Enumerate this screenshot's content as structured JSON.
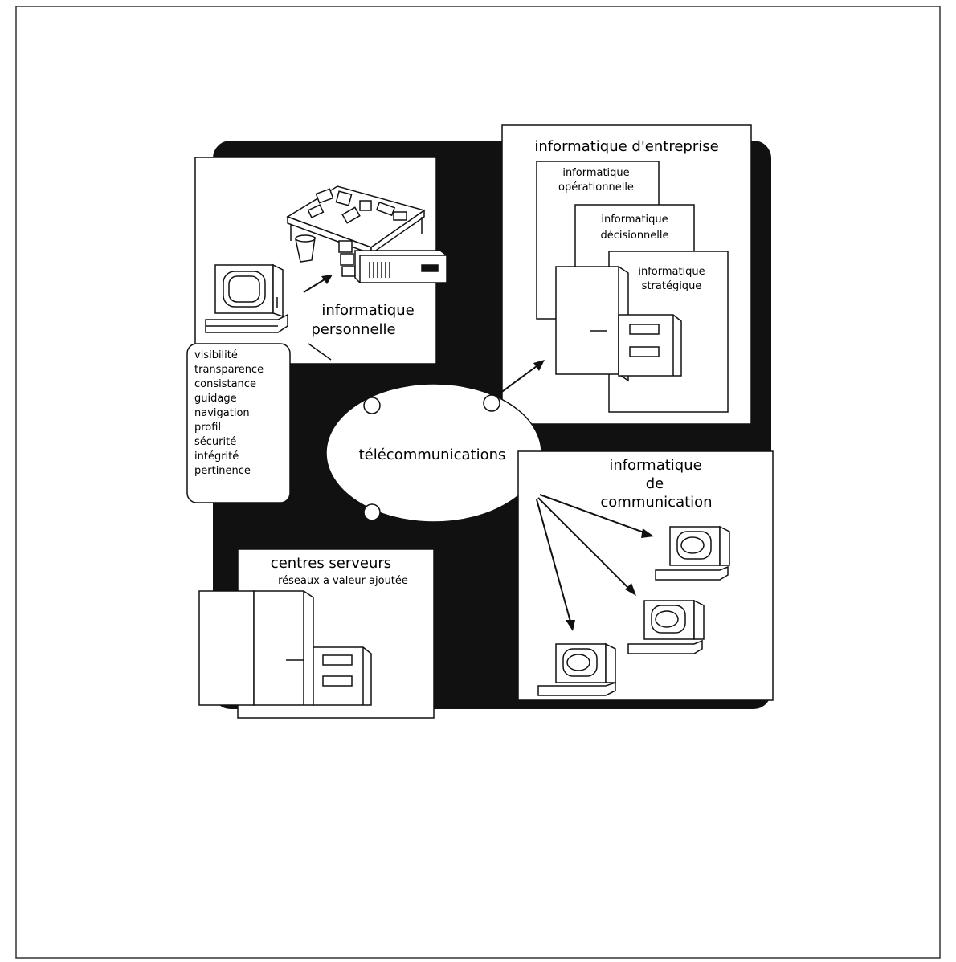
{
  "personal": {
    "title_line1": "informatique",
    "title_line2": "personnelle"
  },
  "criteria": {
    "items": [
      "visibilité",
      "transparence",
      "consistance",
      "guidage",
      "navigation",
      "profil",
      "sécurité",
      "intégrité",
      "pertinence"
    ]
  },
  "enterprise": {
    "title": "informatique d'entreprise",
    "operational_line1": "informatique",
    "operational_line2": "opérationnelle",
    "decisional_line1": "informatique",
    "decisional_line2": "décisionnelle",
    "strategic_line1": "informatique",
    "strategic_line2": "stratégique"
  },
  "hub": {
    "label": "télécommunications"
  },
  "communication": {
    "title_line1": "informatique",
    "title_line2": "de",
    "title_line3": "communication"
  },
  "servers": {
    "title": "centres serveurs",
    "subtitle": "réseaux a valeur ajoutée"
  }
}
